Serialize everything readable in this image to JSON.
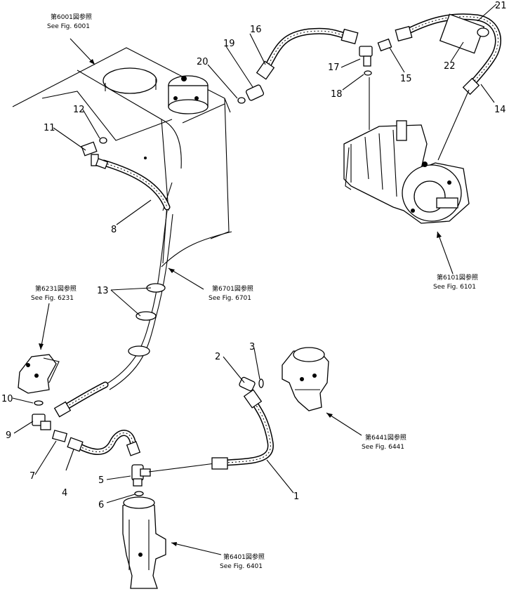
{
  "references": [
    {
      "id": "ref-6001",
      "jp": "第6001図参照",
      "en": "See Fig. 6001"
    },
    {
      "id": "ref-6701",
      "jp": "第6701図参照",
      "en": "See Fig. 6701"
    },
    {
      "id": "ref-6231",
      "jp": "第6231図参照",
      "en": "See Fig. 6231"
    },
    {
      "id": "ref-6101",
      "jp": "第6101図参照",
      "en": "See Fig. 6101"
    },
    {
      "id": "ref-6441",
      "jp": "第6441図参照",
      "en": "See Fig. 6441"
    },
    {
      "id": "ref-6401",
      "jp": "第6401図参照",
      "en": "See Fig. 6401"
    }
  ],
  "callouts": [
    "1",
    "2",
    "3",
    "4",
    "5",
    "6",
    "7",
    "8",
    "9",
    "10",
    "11",
    "12",
    "13",
    "14",
    "15",
    "16",
    "17",
    "18",
    "19",
    "20",
    "21",
    "22"
  ]
}
